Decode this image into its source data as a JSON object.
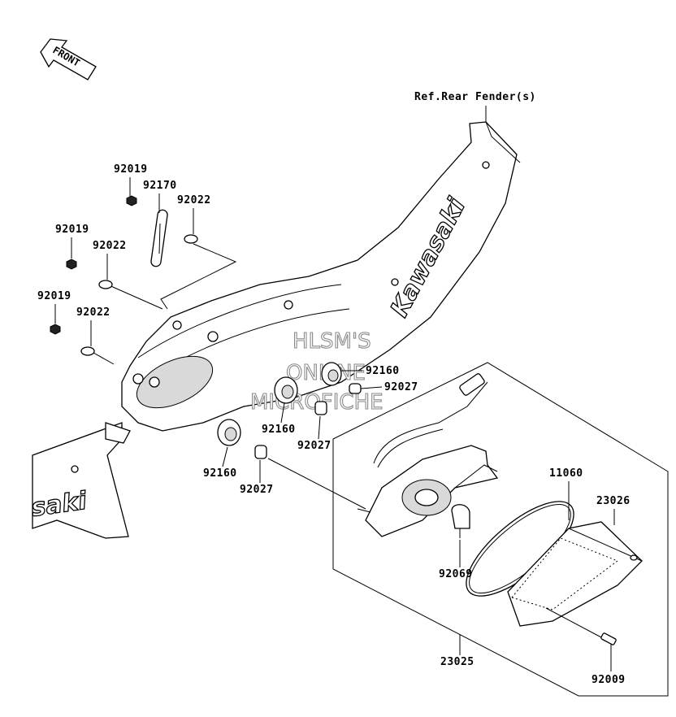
{
  "front_marker": "FRONT",
  "reference_note": "Ref.Rear Fender(s)",
  "brand_logo": {
    "upper": "Kawasaki",
    "lower": "saki"
  },
  "watermark": {
    "line1": "HLSM'S",
    "line2": "ONLINE",
    "line3": "MICROFICHE"
  },
  "part_labels": {
    "p92019_a": "92019",
    "p92170": "92170",
    "p92022_a": "92022",
    "p92019_b": "92019",
    "p92022_b": "92022",
    "p92019_c": "92019",
    "p92022_c": "92022",
    "p92160_a": "92160",
    "p92027_a": "92027",
    "p92160_b": "92160",
    "p92027_b": "92027",
    "p92160_c": "92160",
    "p92027_c": "92027",
    "p11060": "11060",
    "p23026": "23026",
    "p92069": "92069",
    "p23025": "23025",
    "p92009": "92009"
  }
}
